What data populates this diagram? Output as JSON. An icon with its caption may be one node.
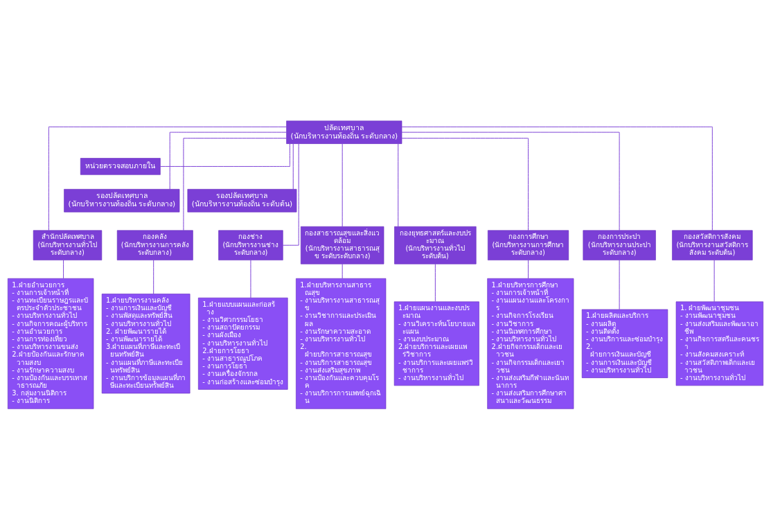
{
  "diagram": {
    "nodes": [
      {
        "text": [
          "ปลัดเทศบาล",
          "(นักบริหารงานท้องถิ่น ระดับกลาง)"
        ]
      },
      {
        "text": [
          "หน่วยตรวจสอบภายใน"
        ]
      },
      {
        "text": [
          "รองปลัดเทศบาล",
          "(นักบริหารงานท้องถิ่น ระดับกลาง)"
        ]
      },
      {
        "text": [
          "รองปลัดเทศบาล",
          "(นักบริหารงานท้องถิ่น ระดับต้น)"
        ]
      },
      {
        "text": [
          "สำนักปลัดเทศบาล",
          "(นักบริหารงานทั่วไป ระดับกลาง)"
        ]
      },
      {
        "text": [
          "กองคลัง",
          "(นักบริหารงานการคลัง ระดับกลาง)"
        ]
      },
      {
        "text": [
          "กองช่าง",
          "(นักบริหารงานช่าง ระดับกลาง)"
        ]
      },
      {
        "text": [
          "กองสาธารณสุขและสิ่งแวดล้อม",
          "(นักบริหารงานสาธารณสุข ระดับระดับกลาง)"
        ]
      },
      {
        "text": [
          "กองยุทธศาสตร์และงบประมาณ",
          "(นักบริหารงานทั่วไป ระดับต้น)"
        ]
      },
      {
        "text": [
          "กองการศึกษา",
          "(นักบริหารงานการศึกษา ระดับกลาง)"
        ]
      },
      {
        "text": [
          "กองการประปา",
          "(นักบริหารงานประปา ระดับกลาง)"
        ]
      },
      {
        "text": [
          "กองสวัสดิการสังคม",
          "(นักบริหารงานสวัสดิการสังคม ระดับต้น)"
        ]
      },
      {
        "text": [
          "1.ฝ่ายอำนวยการ",
          "- งานการเจ้าหน้าที่",
          "- งานทะเบียนราษฎรและบัตรประจำตัวประชาชน",
          "- งานบริหารงานทั่วไป",
          "- งานกิจการคณะผู้บริหาร",
          "- งานอำนวยการ",
          "- งานการท่องเที่ยว",
          "- งานบริหารงานขนส่ง",
          "2.ฝ่ายป้องกันและรักษาความสงบ",
          "- งานรักษาความสงบ",
          "- งานป้องกันและบรรเทาสาธารณภัย",
          "3. กลุ่มงานนิติการ",
          "- งานนิติการ"
        ]
      },
      {
        "text": [
          "1.ฝ่ายบริหารงานคลัง",
          "- งานการเงินและบัญชี",
          "- งานพัสดุและทรัพย์สิน",
          "- งานบริหารงานทั่วไป",
          "2. ฝ่ายพัฒนารายได้",
          "- งานพัฒนารายได้",
          "3.ฝ่ายแผนที่ภาษีและทะเบียนทรัพย์สิน",
          "- งานแผนที่ภาษีและทะเบียนทรัพย์สิน",
          "- งานบริการข้อมูลแผนที่ภาษีและทะเบียนทรัพย์สิน"
        ]
      },
      {
        "text": [
          "1.ฝ่ายแบบแผนและก่อสร้าง",
          "- งานวิศวกรรมโยธา",
          "- งานสถาปัตยกรรม",
          "- งานผังเมือง",
          "- งานบริหารงานทั่วไป",
          "2.ฝ่ายการโยธา",
          "- งานสาธารณูปโภค",
          "- งานการโยธา",
          "- งานเครื่องจักรกล",
          "- งานก่อสร้างและซ่อมบำรุง"
        ]
      },
      {
        "text": [
          "1.ฝ่ายบริหารงานสาธารณสุข",
          "- งานบริหารงานสาธารณสุข",
          "- งานวิชาการและประเมินผล",
          "- งานรักษาความสะอาด",
          "- งานบริหารงานทั่วไป",
          "2. ฝ่ายบริการสาธารณสุข",
          "- งานบริการสาธารณสุข",
          "- งานส่งเสริมสุขภาพ",
          "- งานป้องกันและควบคุมโรค",
          "- งานบริการการแพทย์ฉุกเฉิน"
        ]
      },
      {
        "text": [
          "1.ฝ่ายแผนงานและงบประมาณ",
          "- งานวิเคราะห์นโยบายและแผน",
          "- งานงบประมาณ",
          "2.ฝ่ายบริการและเผยแพร่วิชาการ",
          "- งานบริการและเผยแพร่วิชาการ",
          "- งานบริหารงานทั่วไป"
        ]
      },
      {
        "text": [
          "1.ฝ่ายบริหารการศึกษา",
          "- งานการเจ้าหน้าที่",
          "- งานแผนงานและโครงการ",
          "- งานกิจการโรงเรียน",
          "- งานวิชาการ",
          "- งานนิเทศการศึกษา",
          "- งานบริหารงานทั่วไป",
          "2.ฝ่ายกิจกรรมเด็กและเยาวชน",
          "- งานกิจกรรมเด็กและเยาวชน",
          "- งานส่งเสริมกีฬาและนันทนาการ",
          "- งานส่งเสริมการศึกษาศาสนาและวัฒนธรรม"
        ]
      },
      {
        "text": [
          "1.ฝ่ายผลิตและบริการ",
          "- งานผลิต",
          "- งานติดตั้ง",
          "- งานบริการและซ่อมบำรุง",
          "2. ฝ่ายการเงินและบัญชี",
          "- งานการเงินและบัญชี",
          "- งานบริหารงานทั่วไป"
        ]
      },
      {
        "text": [
          "1. ฝ่ายพัฒนาชุมชน",
          "- งานพัฒนาชุมชน",
          "- งานส่งเสริมและพัฒนาอาชีพ",
          "- งานกิจการสตรีและคนชรา",
          "- งานสังคมสงเคราะห์",
          "- งานสวัสดิภาพเด็กและเยาวชน",
          "- งานบริหารงานทั่วไป"
        ]
      }
    ],
    "edges": [
      {
        "from": 0,
        "to": 1,
        "arrow": "none"
      },
      {
        "from": 0,
        "to": 2,
        "arrow": "none"
      },
      {
        "from": 0,
        "to": 3,
        "arrow": "none"
      },
      {
        "from": 0,
        "to": 4,
        "arrow": "none"
      },
      {
        "from": 0,
        "to": 5,
        "arrow": "none"
      },
      {
        "from": 0,
        "to": 6,
        "arrow": "none"
      },
      {
        "from": 0,
        "to": 7,
        "arrow": "none"
      },
      {
        "from": 0,
        "to": 8,
        "arrow": "none"
      },
      {
        "from": 0,
        "to": 9,
        "arrow": "none"
      },
      {
        "from": 0,
        "to": 10,
        "arrow": "none"
      },
      {
        "from": 0,
        "to": 11,
        "arrow": "none"
      },
      {
        "from": 4,
        "to": 12,
        "arrow": "none"
      },
      {
        "from": 5,
        "to": 13,
        "arrow": "none"
      },
      {
        "from": 6,
        "to": 14,
        "arrow": "none"
      },
      {
        "from": 7,
        "to": 15,
        "arrow": "none"
      },
      {
        "from": 8,
        "to": 16,
        "arrow": "none"
      },
      {
        "from": 9,
        "to": 17,
        "arrow": "none"
      },
      {
        "from": 10,
        "to": 18,
        "arrow": "none"
      },
      {
        "from": 11,
        "to": 19,
        "arrow": "none"
      }
    ]
  }
}
